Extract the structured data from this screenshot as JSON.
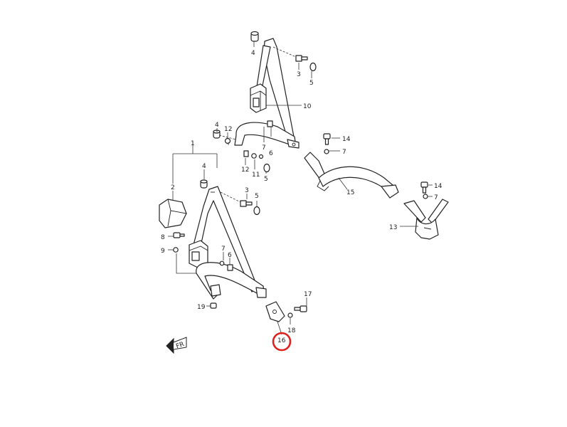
{
  "diagram": {
    "callouts": {
      "c1": "1",
      "c2": "2",
      "c3a": "3",
      "c3b": "3",
      "c4a": "4",
      "c4b": "4",
      "c4c": "4",
      "c5a": "5",
      "c5b": "5",
      "c5c": "5",
      "c6a": "6",
      "c6b": "6",
      "c7a": "7",
      "c7b": "7",
      "c7c": "7",
      "c8": "8",
      "c9": "9",
      "c10": "10",
      "c11": "11",
      "c12a": "12",
      "c12b": "12",
      "c13": "13",
      "c14a": "14",
      "c14b": "14",
      "c15": "15",
      "c16": "16",
      "c17": "17",
      "c18": "18",
      "c19": "19"
    },
    "front_marker": "FR",
    "highlight_color": "#e02020"
  }
}
